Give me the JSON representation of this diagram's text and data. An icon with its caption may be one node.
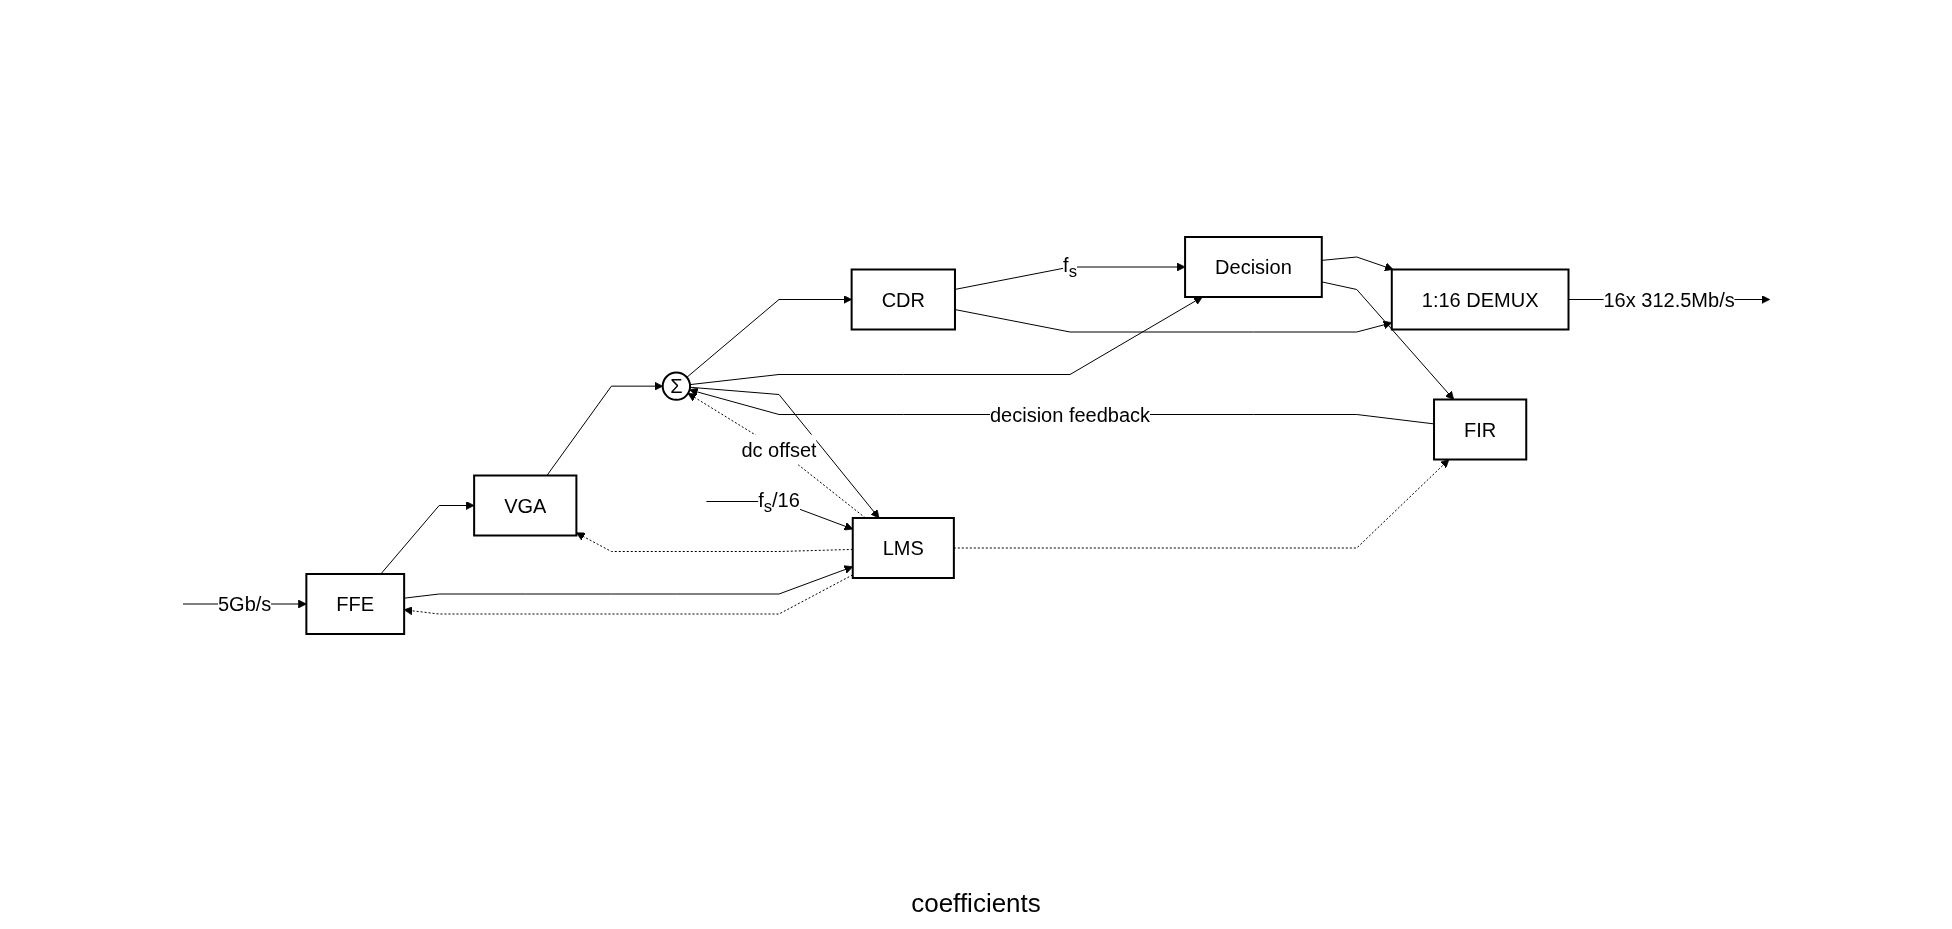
{
  "diagram": {
    "nodes": [
      {
        "text": [
          "FFE"
        ]
      },
      {
        "text": [
          "VGA"
        ]
      },
      {
        "text": [
          "Σ"
        ]
      },
      {
        "text": [
          "CDR"
        ]
      },
      {
        "text": [
          "Decision"
        ]
      },
      {
        "text": [
          "1:16 DEMUX"
        ]
      },
      {
        "text": [
          "FIR"
        ]
      },
      {
        "text": [
          "LMS"
        ]
      }
    ],
    "edges": [
      {
        "from": null,
        "to": 0,
        "arrow": "to",
        "label": "5Gb/s"
      },
      {
        "from": 0,
        "to": 1,
        "arrow": "to"
      },
      {
        "from": 1,
        "to": 2,
        "arrow": "to"
      },
      {
        "from": 2,
        "to": 3,
        "arrow": "to"
      },
      {
        "from": 2,
        "to": 4,
        "arrow": "to"
      },
      {
        "from": 3,
        "to": 4,
        "arrow": "to",
        "label": "f$_{s}$"
      },
      {
        "from": 3,
        "to": 5,
        "arrow": "to"
      },
      {
        "from": 4,
        "to": 5,
        "arrow": "to"
      },
      {
        "from": 4,
        "to": 6,
        "arrow": "to"
      },
      {
        "from": 6,
        "to": 2,
        "arrow": "to",
        "label": "decision feedback"
      },
      {
        "from": 5,
        "to": null,
        "arrow": "to",
        "label": "16x 312.5Mb/s"
      },
      {
        "from": 0,
        "to": 7,
        "arrow": "to"
      },
      {
        "from": 2,
        "to": 7,
        "arrow": "to"
      },
      {
        "from": 7,
        "to": 0,
        "arrow": "to",
        "style": "dashed"
      },
      {
        "from": 7,
        "to": 1,
        "arrow": "to",
        "style": "dashed"
      },
      {
        "from": 7,
        "to": 2,
        "arrow": "to",
        "style": "dashed",
        "label": "dc offset"
      },
      {
        "from": 7,
        "to": 6,
        "arrow": "to",
        "style": "dashed"
      },
      {
        "from": null,
        "to": 7,
        "arrow": "to",
        "label": "f$_{s}$/16"
      }
    ],
    "labels": [
      "coefficients"
    ]
  }
}
